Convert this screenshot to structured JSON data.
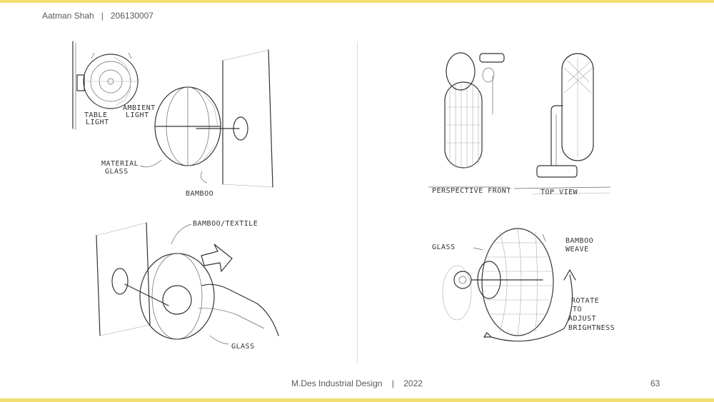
{
  "header": {
    "author": "Aatman Shah",
    "separator": "|",
    "id": "206130007"
  },
  "footer": {
    "program": "M.Des Industrial Design",
    "separator": "|",
    "year": "2022"
  },
  "page_number": "63",
  "annotations": {
    "sketch1": {
      "table_light": [
        "TABLE",
        "LIGHT"
      ],
      "ambient_light": [
        "AMBIENT",
        "LIGHT"
      ],
      "material": [
        "MATERIAL",
        "GLASS"
      ],
      "bamboo": "BAMBOO"
    },
    "sketch2": {
      "perspective": "PERSPECTIVE FRONT",
      "top_view": "TOP VIEW"
    },
    "sketch3": {
      "bamboo_textile": "BAMBOO/TEXTILE",
      "glass": "GLASS"
    },
    "sketch4": {
      "glass": "GLASS",
      "bamboo_weave": [
        "BAMBOO",
        "WEAVE"
      ],
      "rotate": [
        "ROTATE",
        "TO",
        "ADJUST",
        "BRIGHTNESS"
      ]
    }
  },
  "colors": {
    "accent_bar": "#f2df70",
    "divider": "#d9d9d9"
  }
}
